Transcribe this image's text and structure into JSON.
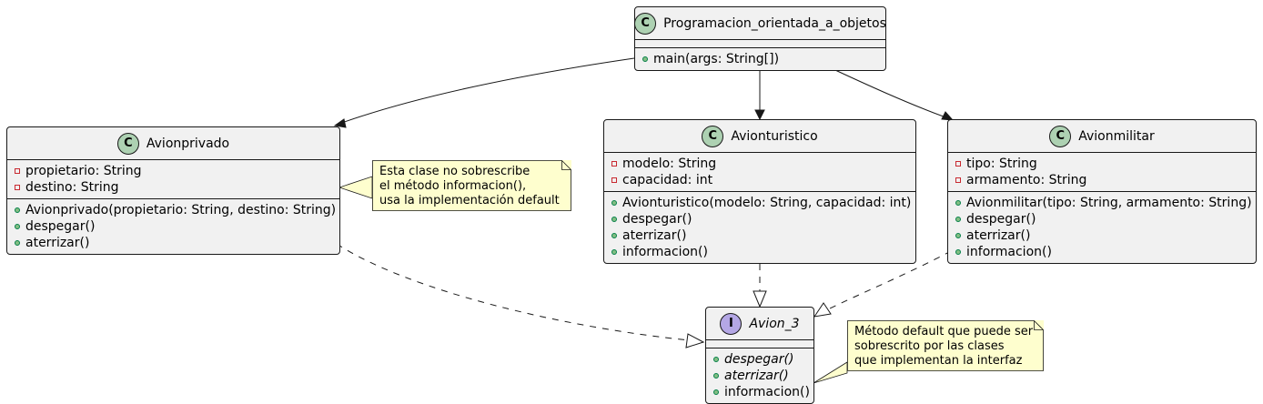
{
  "colors": {
    "class_fill": "#f1f1f1",
    "class_badge": "#add1b2",
    "interface_badge": "#b4a7e5",
    "note_fill": "#fefece",
    "line": "#181818",
    "private_marker": "#c82930",
    "public_marker": "#84be84"
  },
  "classes": {
    "main_class": {
      "badge": "C",
      "name": "Programacion_orientada_a_objetos",
      "methods": [
        "main(args: String[])"
      ]
    },
    "avionprivado": {
      "badge": "C",
      "name": "Avionprivado",
      "fields": [
        "propietario: String",
        "destino: String"
      ],
      "methods": [
        "Avionprivado(propietario: String, destino: String)",
        "despegar()",
        "aterrizar()"
      ]
    },
    "avionturistico": {
      "badge": "C",
      "name": "Avionturistico",
      "fields": [
        "modelo: String",
        "capacidad: int"
      ],
      "methods": [
        "Avionturistico(modelo: String, capacidad: int)",
        "despegar()",
        "aterrizar()",
        "informacion()"
      ]
    },
    "avionmilitar": {
      "badge": "C",
      "name": "Avionmilitar",
      "fields": [
        "tipo: String",
        "armamento: String"
      ],
      "methods": [
        "Avionmilitar(tipo: String, armamento: String)",
        "despegar()",
        "aterrizar()",
        "informacion()"
      ]
    },
    "avion3": {
      "badge": "I",
      "name": "Avion_3",
      "methods": [
        "despegar()",
        "aterrizar()",
        "informacion()"
      ]
    }
  },
  "notes": {
    "note_privado": [
      "Esta clase no sobrescribe",
      "el método informacion(),",
      "usa la implementación default"
    ],
    "note_interface": [
      "Método default que puede ser",
      "sobrescrito por las clases",
      "que implementan la interfaz"
    ]
  }
}
